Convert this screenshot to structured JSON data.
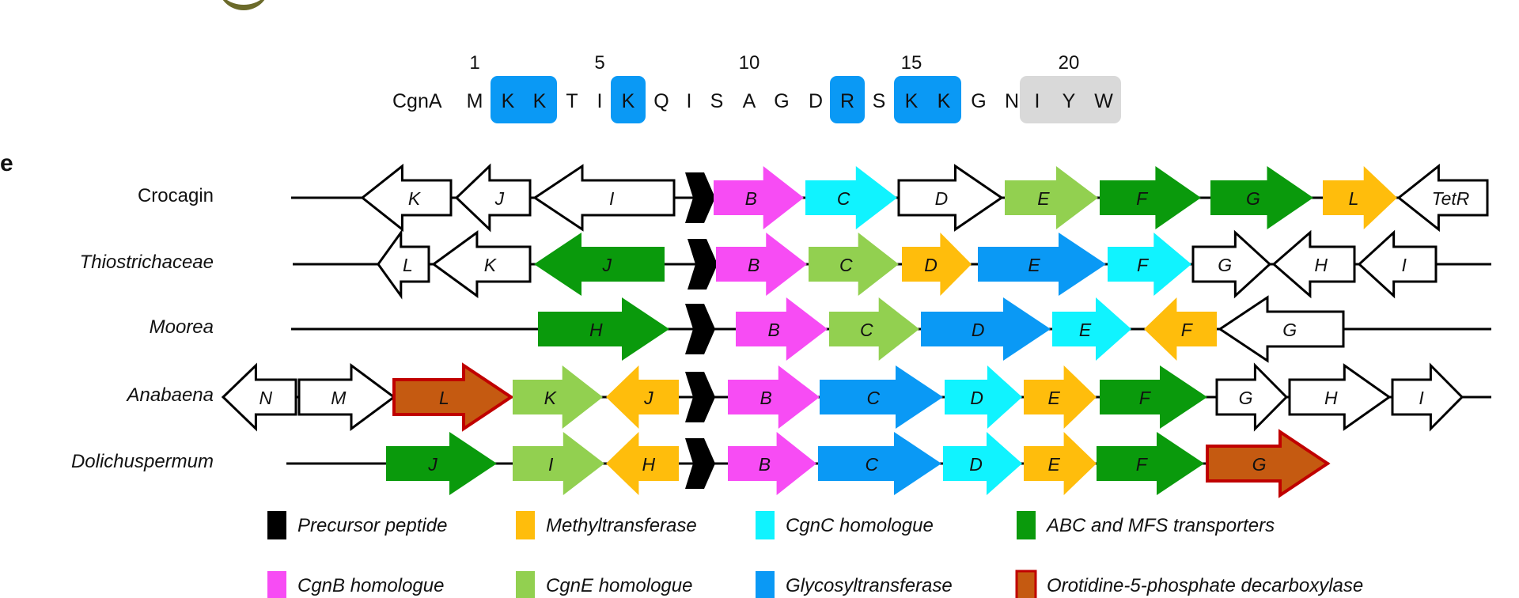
{
  "panel_letter": "e",
  "sequence": {
    "label": "CgnA",
    "numbers": [
      "1",
      "5",
      "10",
      "15",
      "20"
    ],
    "residues": [
      "M",
      "K",
      "K",
      "T",
      "I",
      "K",
      "Q",
      "I",
      "S",
      "A",
      "G",
      "D",
      "R",
      "S",
      "K",
      "K",
      "G",
      "N",
      "I",
      "Y",
      "W"
    ]
  },
  "clusters": [
    {
      "name": "Crocagin",
      "italic": false,
      "genes": [
        {
          "label": "K",
          "color": "#ffffff"
        },
        {
          "label": "J",
          "color": "#ffffff"
        },
        {
          "label": "I",
          "color": "#ffffff"
        },
        {
          "label": "B",
          "color": "#f74cf4"
        },
        {
          "label": "C",
          "color": "#10f3ff"
        },
        {
          "label": "D",
          "color": "#ffffff"
        },
        {
          "label": "E",
          "color": "#92d050"
        },
        {
          "label": "F",
          "color": "#0a9a0c"
        },
        {
          "label": "G",
          "color": "#0a9a0c"
        },
        {
          "label": "L",
          "color": "#ffbd0c"
        },
        {
          "label": "TetR",
          "color": "#ffffff"
        }
      ]
    },
    {
      "name": "Thiostrichaceae",
      "italic": true,
      "genes": [
        {
          "label": "L",
          "color": "#ffffff"
        },
        {
          "label": "K",
          "color": "#ffffff"
        },
        {
          "label": "J",
          "color": "#0a9a0c"
        },
        {
          "label": "B",
          "color": "#f74cf4"
        },
        {
          "label": "C",
          "color": "#92d050"
        },
        {
          "label": "D",
          "color": "#ffbd0c"
        },
        {
          "label": "E",
          "color": "#0a99f5"
        },
        {
          "label": "F",
          "color": "#10f3ff"
        },
        {
          "label": "G",
          "color": "#ffffff"
        },
        {
          "label": "H",
          "color": "#ffffff"
        },
        {
          "label": "I",
          "color": "#ffffff"
        }
      ]
    },
    {
      "name": "Moorea",
      "italic": true,
      "genes": [
        {
          "label": "H",
          "color": "#0a9a0c"
        },
        {
          "label": "B",
          "color": "#f74cf4"
        },
        {
          "label": "C",
          "color": "#92d050"
        },
        {
          "label": "D",
          "color": "#0a99f5"
        },
        {
          "label": "E",
          "color": "#10f3ff"
        },
        {
          "label": "F",
          "color": "#ffbd0c"
        },
        {
          "label": "G",
          "color": "#ffffff"
        }
      ]
    },
    {
      "name": "Anabaena",
      "italic": true,
      "genes": [
        {
          "label": "N",
          "color": "#ffffff"
        },
        {
          "label": "M",
          "color": "#ffffff"
        },
        {
          "label": "L",
          "color": "#c55a11"
        },
        {
          "label": "K",
          "color": "#92d050"
        },
        {
          "label": "J",
          "color": "#ffbd0c"
        },
        {
          "label": "B",
          "color": "#f74cf4"
        },
        {
          "label": "C",
          "color": "#0a99f5"
        },
        {
          "label": "D",
          "color": "#10f3ff"
        },
        {
          "label": "E",
          "color": "#ffbd0c"
        },
        {
          "label": "F",
          "color": "#0a9a0c"
        },
        {
          "label": "G",
          "color": "#ffffff"
        },
        {
          "label": "H",
          "color": "#ffffff"
        },
        {
          "label": "I",
          "color": "#ffffff"
        }
      ]
    },
    {
      "name": "Dolichuspermum",
      "italic": true,
      "genes": [
        {
          "label": "J",
          "color": "#0a9a0c"
        },
        {
          "label": "I",
          "color": "#92d050"
        },
        {
          "label": "H",
          "color": "#ffbd0c"
        },
        {
          "label": "B",
          "color": "#f74cf4"
        },
        {
          "label": "C",
          "color": "#0a99f5"
        },
        {
          "label": "D",
          "color": "#10f3ff"
        },
        {
          "label": "E",
          "color": "#ffbd0c"
        },
        {
          "label": "F",
          "color": "#0a9a0c"
        },
        {
          "label": "G",
          "color": "#c55a11"
        }
      ]
    }
  ],
  "legend": [
    {
      "label": "Precursor peptide",
      "color": "#000000"
    },
    {
      "label": "Methyltransferase",
      "color": "#ffbd0c"
    },
    {
      "label": "CgnC homologue",
      "color": "#10f3ff"
    },
    {
      "label": "ABC and MFS transporters",
      "color": "#0a9a0c"
    },
    {
      "label": "CgnB homologue",
      "color": "#f74cf4"
    },
    {
      "label": "CgnE homologue",
      "color": "#92d050"
    },
    {
      "label": "Glycosyltransferase",
      "color": "#0a99f5"
    },
    {
      "label": "Orotidine-5-phosphate decarboxylase",
      "color": "#c55a11"
    }
  ],
  "highlight_colors": {
    "lysine_arginine": "#0a99f5",
    "tail": "#d9d9d9"
  },
  "outline_colors": {
    "default": "#000000",
    "decarboxylase": "#c00000"
  }
}
